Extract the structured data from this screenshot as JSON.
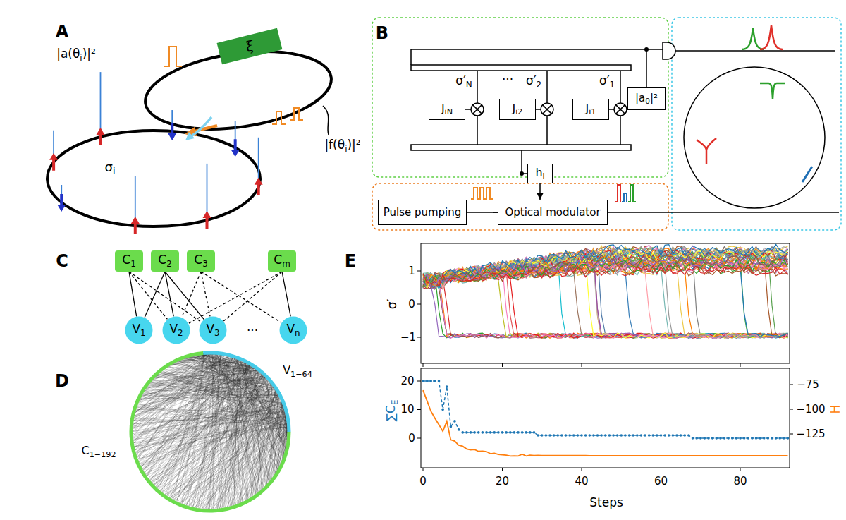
{
  "diagram": {
    "nodes": [
      {
        "text": [
          "ξ"
        ]
      },
      {
        "text": [
          "JiN"
        ]
      },
      {
        "text": [
          "Ji2"
        ]
      },
      {
        "text": [
          "Ji1"
        ]
      },
      {
        "text": [
          "|a0|²"
        ]
      },
      {
        "text": [
          "hi"
        ]
      },
      {
        "text": [
          "Pulse pumping"
        ]
      },
      {
        "text": [
          "Optical modulator"
        ]
      },
      {
        "text": [
          "C1"
        ]
      },
      {
        "text": [
          "C2"
        ]
      },
      {
        "text": [
          "C3"
        ]
      },
      {
        "text": [
          "Cm"
        ]
      },
      {
        "text": [
          "V1"
        ]
      },
      {
        "text": [
          "V2"
        ]
      },
      {
        "text": [
          "V3"
        ]
      },
      {
        "text": [
          "Vn"
        ]
      }
    ],
    "edges": [
      {
        "from": 6,
        "to": 7,
        "arrow": "none"
      },
      {
        "from": 5,
        "to": 7,
        "arrow": "to"
      },
      {
        "from": 8,
        "to": 12,
        "arrow": "none"
      },
      {
        "from": 8,
        "to": 13,
        "arrow": "none"
      },
      {
        "from": 8,
        "to": 14,
        "arrow": "none"
      },
      {
        "from": 9,
        "to": 12,
        "arrow": "none"
      },
      {
        "from": 9,
        "to": 13,
        "arrow": "none"
      },
      {
        "from": 9,
        "to": 14,
        "arrow": "none"
      },
      {
        "from": 10,
        "to": 13,
        "arrow": "none"
      },
      {
        "from": 10,
        "to": 14,
        "arrow": "none"
      },
      {
        "from": 10,
        "to": 15,
        "arrow": "none"
      },
      {
        "from": 11,
        "to": 13,
        "arrow": "none"
      },
      {
        "from": 11,
        "to": 14,
        "arrow": "none"
      },
      {
        "from": 11,
        "to": 15,
        "arrow": "none"
      }
    ],
    "labels": [
      "A",
      "|a(θi)|²",
      "σi",
      "|f(θi)|²",
      "B",
      "σ′N",
      "···",
      "σ′2",
      "σ′1",
      "C",
      "···",
      "D",
      "V1−64",
      "C1−192",
      "E",
      "σ′",
      "1",
      "0",
      "−1",
      "∑CE",
      "20",
      "10",
      "0",
      "H",
      "−75",
      "−100",
      "−125",
      "0",
      "20",
      "40",
      "60",
      "80",
      "Steps"
    ]
  }
}
